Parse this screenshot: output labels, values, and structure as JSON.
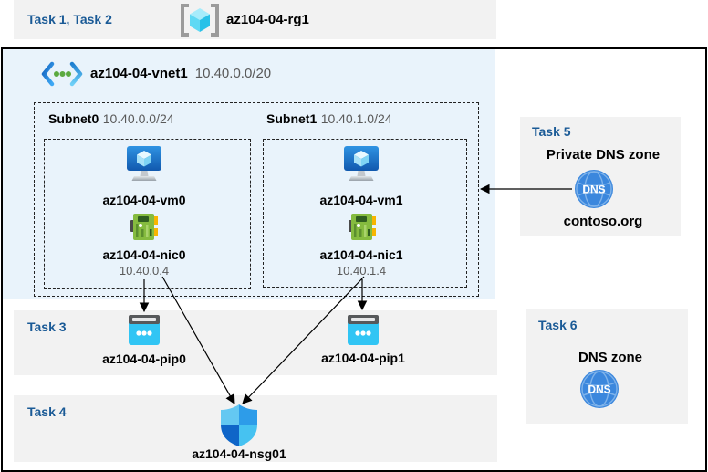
{
  "colors": {
    "accent": "#1a5a96",
    "band_bg": "#f2f2f2",
    "vnet_bg": "#e9f3fb",
    "secondary_text": "#595959"
  },
  "header": {
    "tasks_label": "Task 1, Task 2",
    "resource_group_name": "az104-04-rg1"
  },
  "vnet": {
    "name": "az104-04-vnet1",
    "cidr": "10.40.0.0/20"
  },
  "subnets": [
    {
      "name": "Subnet0",
      "cidr": "10.40.0.0/24",
      "vm_name": "az104-04-vm0",
      "nic_name": "az104-04-nic0",
      "nic_ip": "10.40.0.4",
      "pip_name": "az104-04-pip0"
    },
    {
      "name": "Subnet1",
      "cidr": "10.40.1.0/24",
      "vm_name": "az104-04-vm1",
      "nic_name": "az104-04-nic1",
      "nic_ip": "10.40.1.4",
      "pip_name": "az104-04-pip1"
    }
  ],
  "task3": {
    "label": "Task 3"
  },
  "task4": {
    "label": "Task 4",
    "nsg_name": "az104-04-nsg01"
  },
  "task5": {
    "label": "Task 5",
    "title": "Private DNS zone",
    "zone_name": "contoso.org",
    "dns_icon_text": "DNS"
  },
  "task6": {
    "label": "Task 6",
    "title": "DNS zone",
    "dns_icon_text": "DNS"
  }
}
